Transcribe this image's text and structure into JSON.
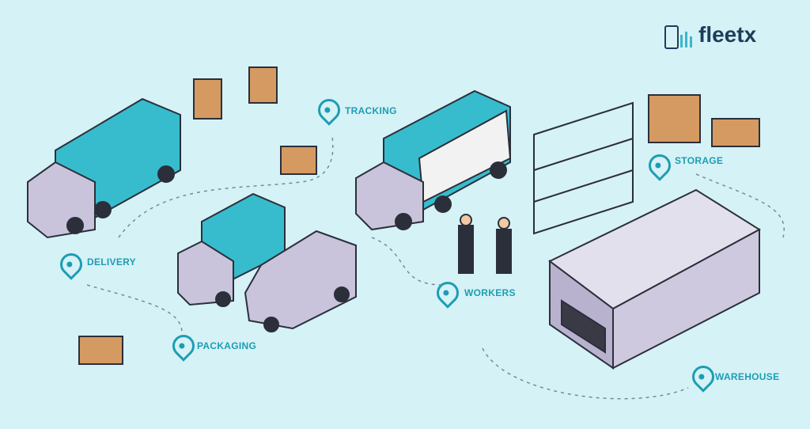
{
  "logo": {
    "text": "fleetx"
  },
  "labels": {
    "tracking": "TRACKING",
    "storage": "STORAGE",
    "delivery": "DELIVERY",
    "workers": "WORKERS",
    "packaging": "PACKAGING",
    "warehouse": "WAREHOUSE"
  },
  "colors": {
    "background": "#d5f2f6",
    "accent": "#1d9db3",
    "truck_box": "#37bccd",
    "vehicle": "#c9c3dc",
    "box": "#d49a62",
    "outline": "#2b2f3a"
  }
}
